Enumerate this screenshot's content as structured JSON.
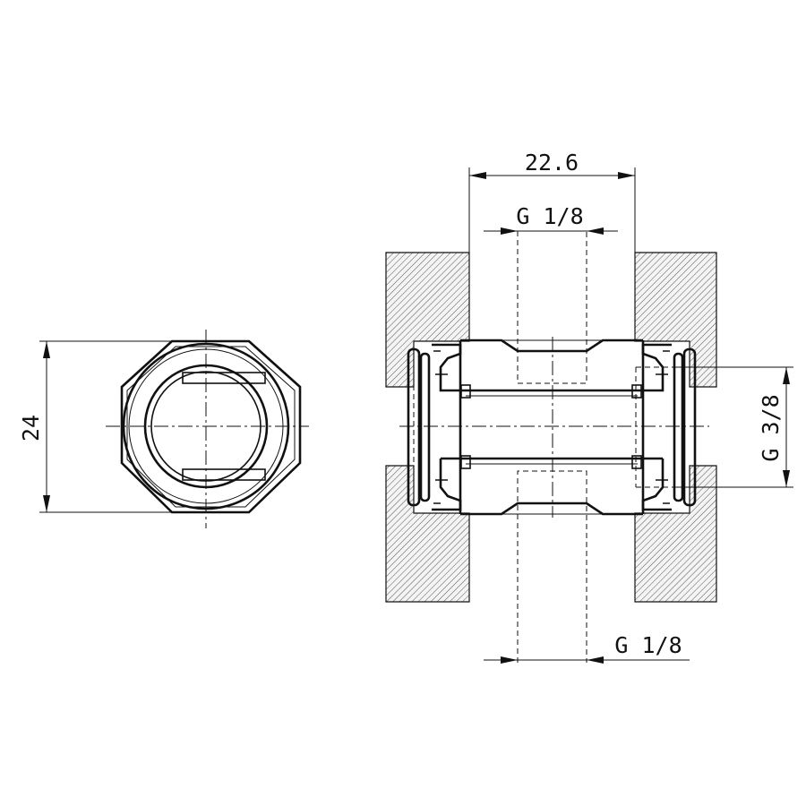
{
  "colors": {
    "line": "#111111",
    "background": "#ffffff",
    "hatch": "#555555"
  },
  "views": {
    "front": {
      "dimension_height": "24"
    },
    "section": {
      "dimension_overall_width": "22.6",
      "dimension_top_port": "G 1/8",
      "dimension_bottom_port": "G 1/8",
      "dimension_side_thread": "G 3/8"
    }
  }
}
